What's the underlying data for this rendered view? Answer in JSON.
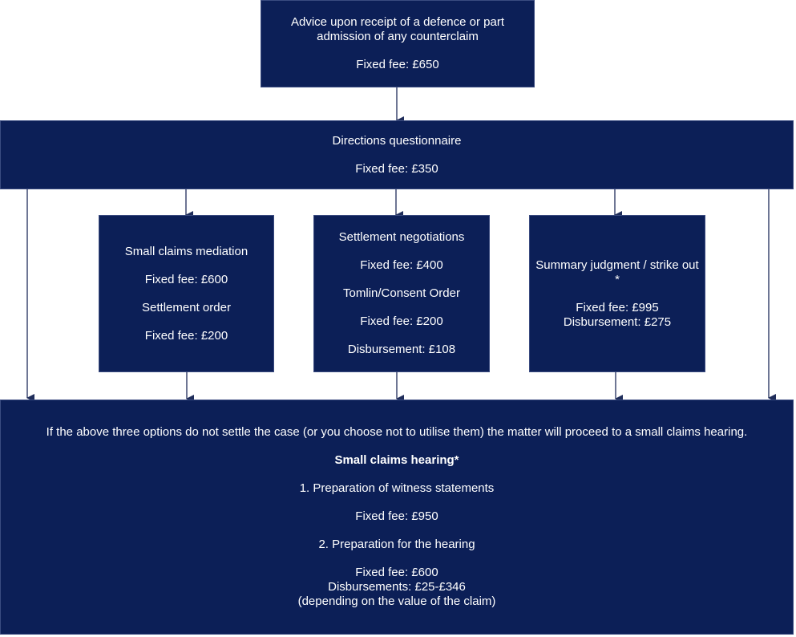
{
  "boxes": {
    "advice": {
      "title": "Advice upon receipt of a defence or part admission of any counterclaim",
      "fee": "Fixed fee: £650"
    },
    "directions": {
      "title": "Directions questionnaire",
      "fee": "Fixed fee: £350"
    },
    "mediation": {
      "title": "Small claims mediation",
      "fee": "Fixed fee: £600",
      "order_title": "Settlement order",
      "order_fee": "Fixed fee: £200"
    },
    "negotiation": {
      "title": "Settlement negotiations",
      "fee": "Fixed fee: £400",
      "order_title": "Tomlin/Consent Order",
      "order_fee": "Fixed fee: £200",
      "disbursement": "Disbursement: £108"
    },
    "summary": {
      "title": "Summary judgment / strike out *",
      "fee": "Fixed fee: £995",
      "disbursement": "Disbursement: £275"
    },
    "hearing": {
      "intro": "If the above three options do not settle the case (or you choose not to utilise them) the matter will proceed to a small claims hearing.",
      "heading": "Small claims hearing*",
      "step1": "1. Preparation of witness statements",
      "step1_fee": "Fixed fee: £950",
      "step2": "2. Preparation for the hearing",
      "step2_fee": "Fixed fee: £600",
      "step2_disbursements": "Disbursements: £25-£346",
      "step2_note": "(depending on the value of the claim)"
    }
  },
  "colors": {
    "box_fill": "#0c1f57",
    "arrow": "#1f2d5a",
    "text": "#ffffff"
  }
}
